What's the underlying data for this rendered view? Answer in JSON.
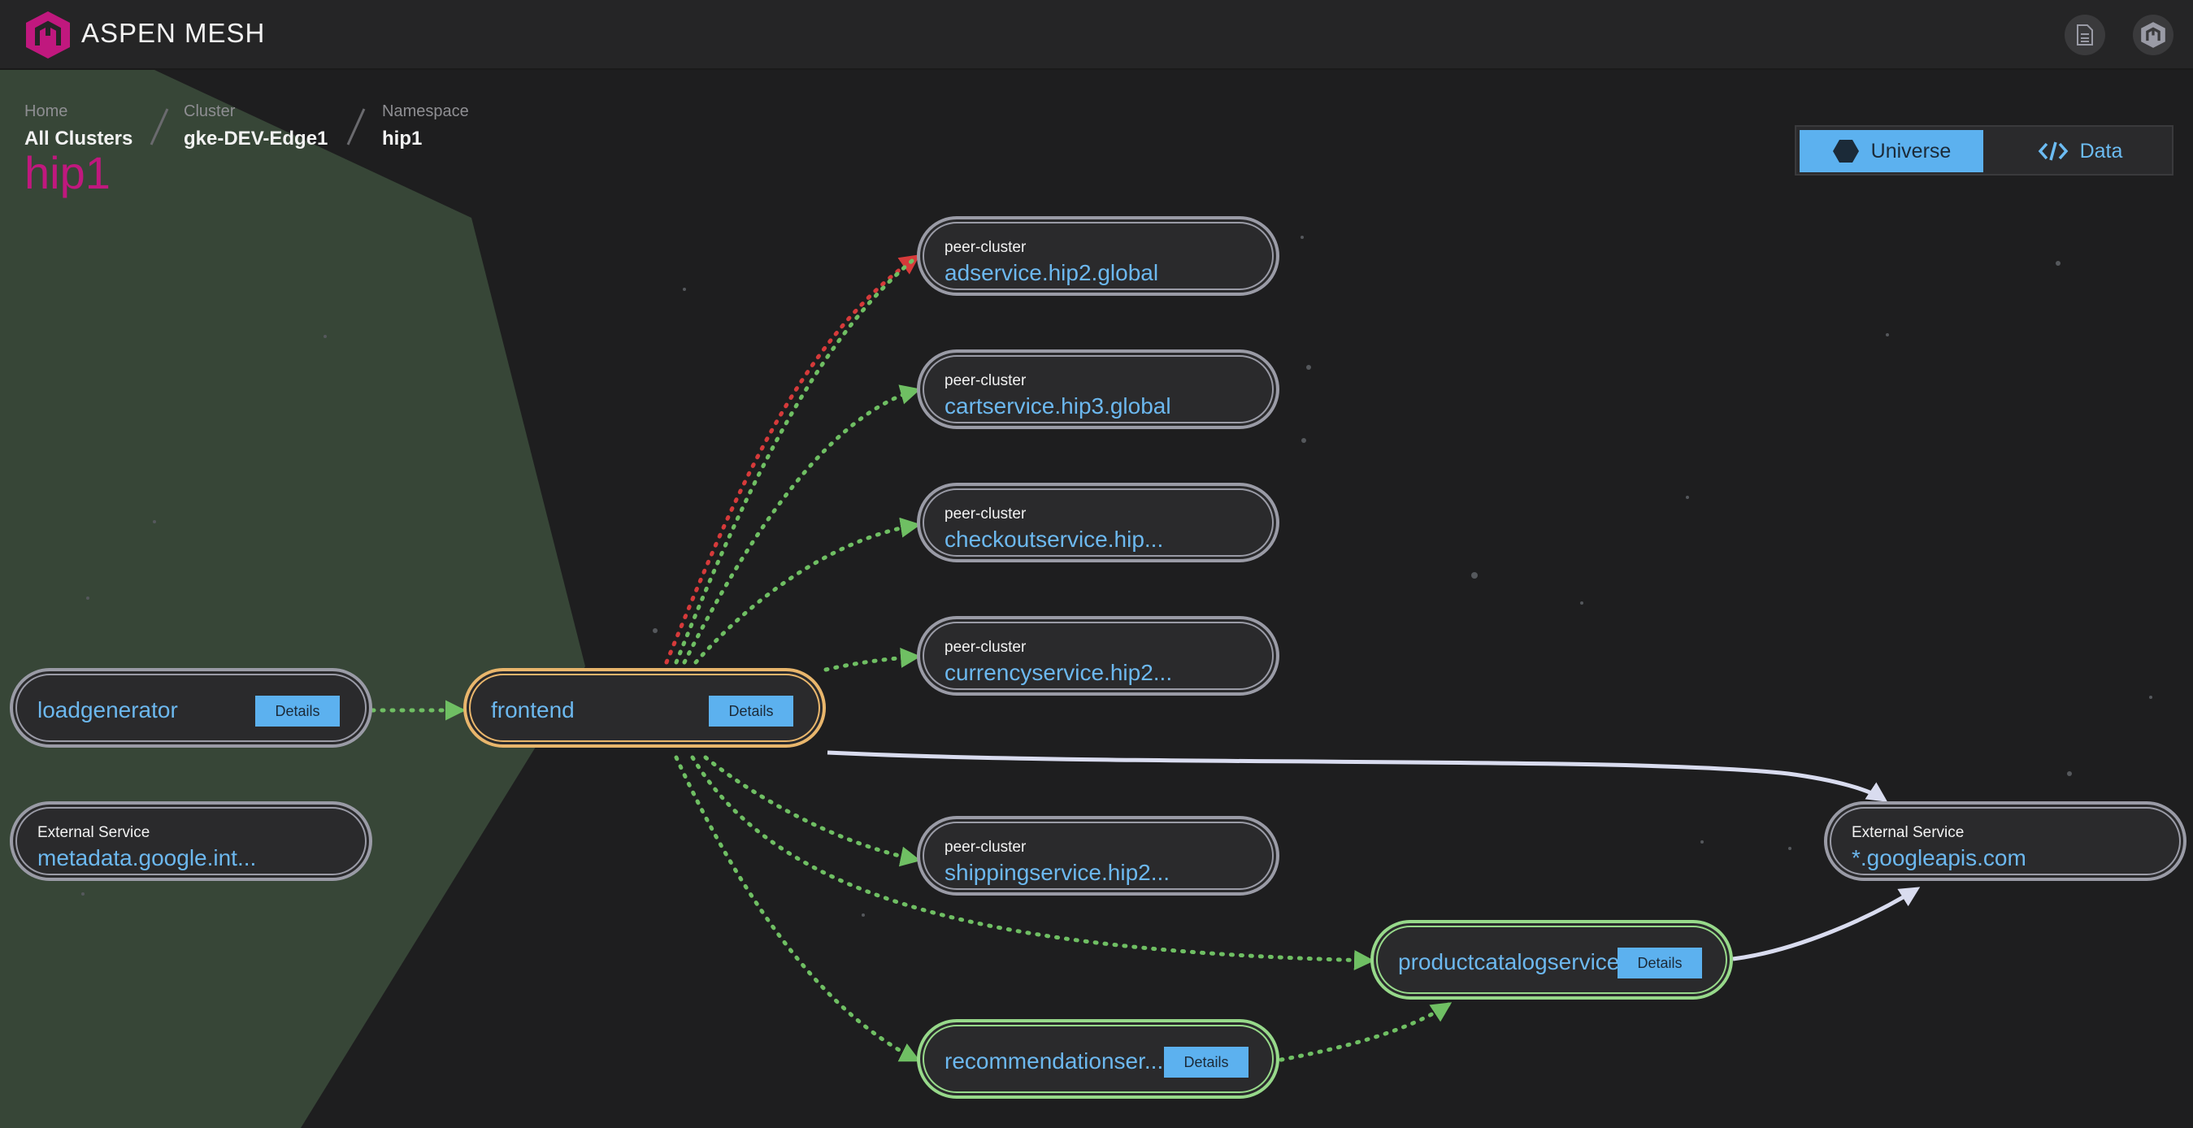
{
  "header": {
    "brand": "ASPEN MESH",
    "logo_icon": "aspen-mesh-logo-icon",
    "docs_icon": "document-icon",
    "user_icon": "aspen-mesh-avatar-icon"
  },
  "breadcrumb": [
    {
      "label": "Home",
      "value": "All Clusters"
    },
    {
      "label": "Cluster",
      "value": "gke-DEV-Edge1"
    },
    {
      "label": "Namespace",
      "value": "hip1"
    }
  ],
  "page_title": "hip1",
  "view_toggle": {
    "universe": "Universe",
    "data": "Data",
    "selected": "Universe"
  },
  "nodes": {
    "loadgenerator": {
      "name": "loadgenerator",
      "details": "Details"
    },
    "metadata": {
      "type": "External Service",
      "name": "metadata.google.int..."
    },
    "frontend": {
      "name": "frontend",
      "details": "Details"
    },
    "adservice": {
      "type": "peer-cluster",
      "name": "adservice.hip2.global"
    },
    "cartservice": {
      "type": "peer-cluster",
      "name": "cartservice.hip3.global"
    },
    "checkoutservice": {
      "type": "peer-cluster",
      "name": "checkoutservice.hip..."
    },
    "currencyservice": {
      "type": "peer-cluster",
      "name": "currencyservice.hip2..."
    },
    "shippingservice": {
      "type": "peer-cluster",
      "name": "shippingservice.hip2..."
    },
    "productcatalog": {
      "name": "productcatalogservice",
      "details": "Details"
    },
    "recommendation": {
      "name": "recommendationser...",
      "details": "Details"
    },
    "googleapis": {
      "type": "External Service",
      "name": "*.googleapis.com"
    }
  },
  "colors": {
    "accent": "#5cb1ef",
    "title": "#c0187e",
    "edge_ok": "#6fbf63",
    "edge_error": "#d63a3a",
    "edge_external": "#d9dcef",
    "selected_node": "#e9b66c",
    "healthy_node": "#97d98a",
    "default_node": "#9a9ba6"
  }
}
